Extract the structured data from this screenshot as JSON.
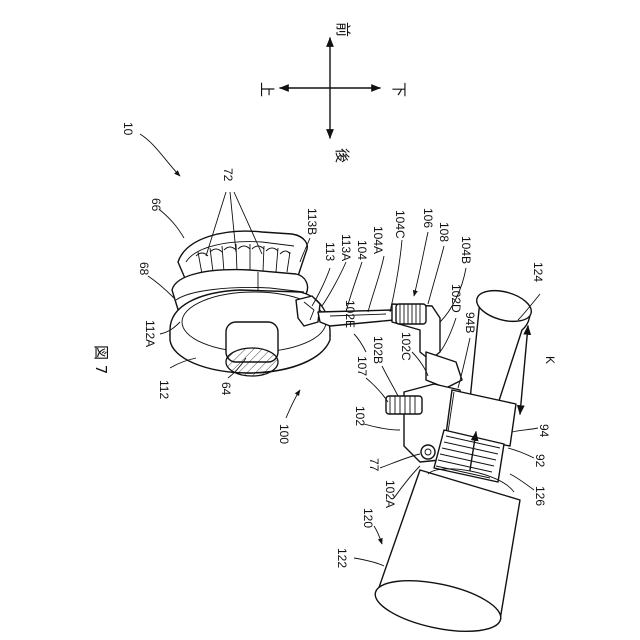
{
  "figure": {
    "caption": "図 7"
  },
  "direction": {
    "front": "前",
    "up": "上",
    "down": "下",
    "rear": "後"
  },
  "labels": {
    "l10": "10",
    "l66": "66",
    "l72": "72",
    "l68": "68",
    "l112A": "112A",
    "l112": "112",
    "l64": "64",
    "l100": "100",
    "l113B": "113B",
    "l113": "113",
    "l113A": "113A",
    "l104": "104",
    "l104A": "104A",
    "l104C": "104C",
    "l106": "106",
    "l108": "108",
    "l104B": "104B",
    "l102D": "102D",
    "l94B": "94B",
    "l102E": "102E",
    "l102C": "102C",
    "l102B": "102B",
    "l107": "107",
    "l102": "102",
    "l77": "77",
    "l102A": "102A",
    "l124": "124",
    "lK": "K",
    "l94": "94",
    "l92": "92",
    "l126": "126",
    "l120": "120",
    "l122": "122"
  }
}
